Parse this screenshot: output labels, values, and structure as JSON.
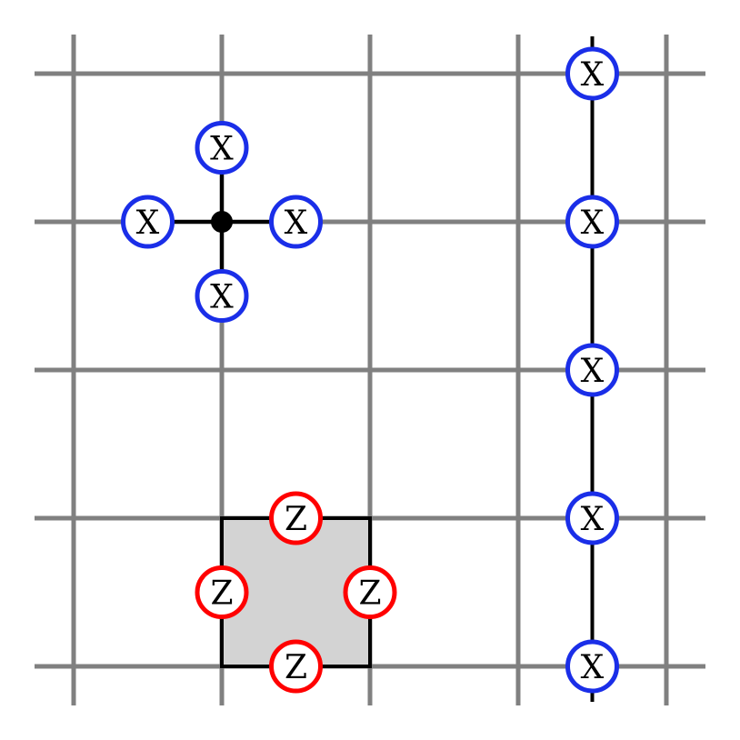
{
  "colors": {
    "grid": "#808080",
    "edge": "#000000",
    "x_operator": "#1a2ee8",
    "z_operator": "#ff0000",
    "plaquette_fill": "#d3d3d3"
  },
  "lattice": {
    "rows": 5,
    "cols": 5
  },
  "star": {
    "vertex": [
      1,
      1
    ],
    "operator": "X",
    "qubits": [
      [
        1,
        0.5
      ],
      [
        0.5,
        1
      ],
      [
        1.5,
        1
      ],
      [
        1,
        1.5
      ]
    ]
  },
  "plaquette": {
    "cell": [
      1,
      3
    ],
    "operator": "Z",
    "qubits": [
      [
        1.5,
        3
      ],
      [
        1,
        3.5
      ],
      [
        2,
        3.5
      ],
      [
        1.5,
        4
      ]
    ]
  },
  "string": {
    "column": 3.5,
    "operator": "X",
    "qubits": [
      [
        3.5,
        0
      ],
      [
        3.5,
        1
      ],
      [
        3.5,
        2
      ],
      [
        3.5,
        3
      ],
      [
        3.5,
        4
      ]
    ]
  }
}
